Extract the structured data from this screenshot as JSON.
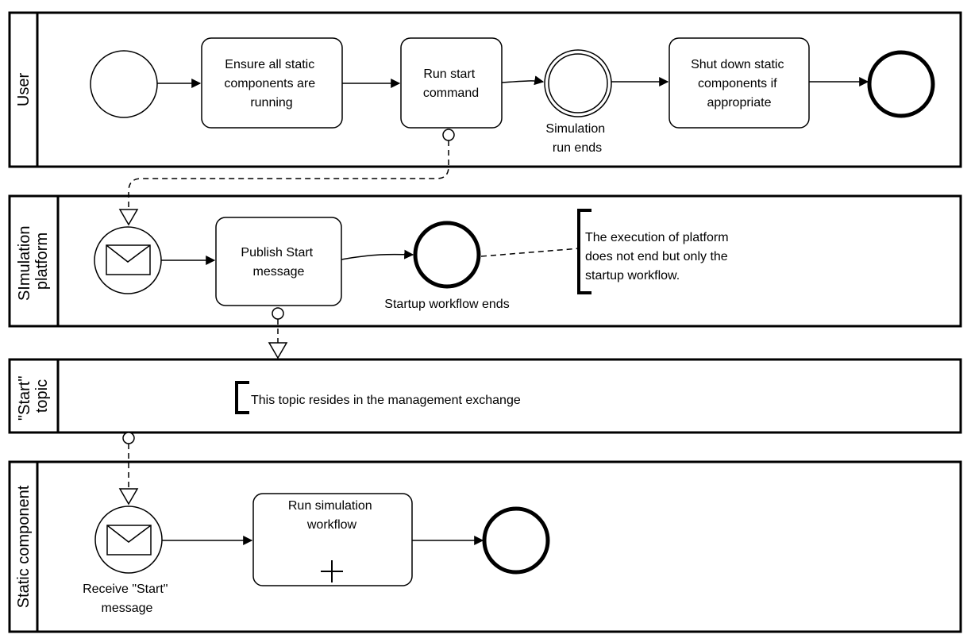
{
  "lanes": [
    {
      "id": "user",
      "title_lines": [
        "User"
      ]
    },
    {
      "id": "platform",
      "title_lines": [
        "SImulation",
        "platform"
      ]
    },
    {
      "id": "topic",
      "title_lines": [
        "\"Start\"",
        "topic"
      ]
    },
    {
      "id": "static",
      "title_lines": [
        "Static component"
      ]
    }
  ],
  "tasks": {
    "ensure": [
      "Ensure all static",
      "components are",
      "running"
    ],
    "run_start": [
      "Run start",
      "command"
    ],
    "shutdown": [
      "Shut down static",
      "components if",
      "appropriate"
    ],
    "publish": [
      "Publish Start",
      "message"
    ],
    "run_sim": [
      "Run simulation",
      "workflow"
    ]
  },
  "event_labels": {
    "sim_run_ends": [
      "Simulation",
      "run ends"
    ],
    "startup_ends": [
      "Startup workflow ends"
    ],
    "receive_start": [
      "Receive \"Start\"",
      "message"
    ]
  },
  "annotations": {
    "platform_note": [
      "The execution of platform",
      "does not end but only the",
      "startup workflow."
    ],
    "topic_note": [
      "This topic resides in the management exchange"
    ]
  },
  "colors": {
    "stroke": "#000000",
    "fill": "#ffffff"
  }
}
